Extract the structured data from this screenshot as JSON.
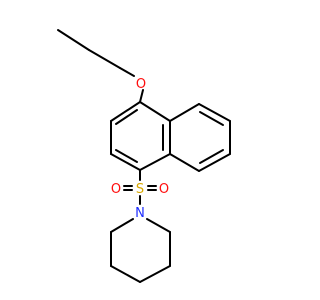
{
  "molecule": {
    "atoms": [
      {
        "id": "O1",
        "label": "O",
        "color": "#ff0d0d"
      },
      {
        "id": "S1",
        "label": "S",
        "color": "#d8a800"
      },
      {
        "id": "O2",
        "label": "O",
        "color": "#ff0d0d"
      },
      {
        "id": "O3",
        "label": "O",
        "color": "#ff0d0d"
      },
      {
        "id": "N1",
        "label": "N",
        "color": "#1f2fff"
      }
    ],
    "bond_color": "#000000",
    "background": "#ffffff"
  }
}
